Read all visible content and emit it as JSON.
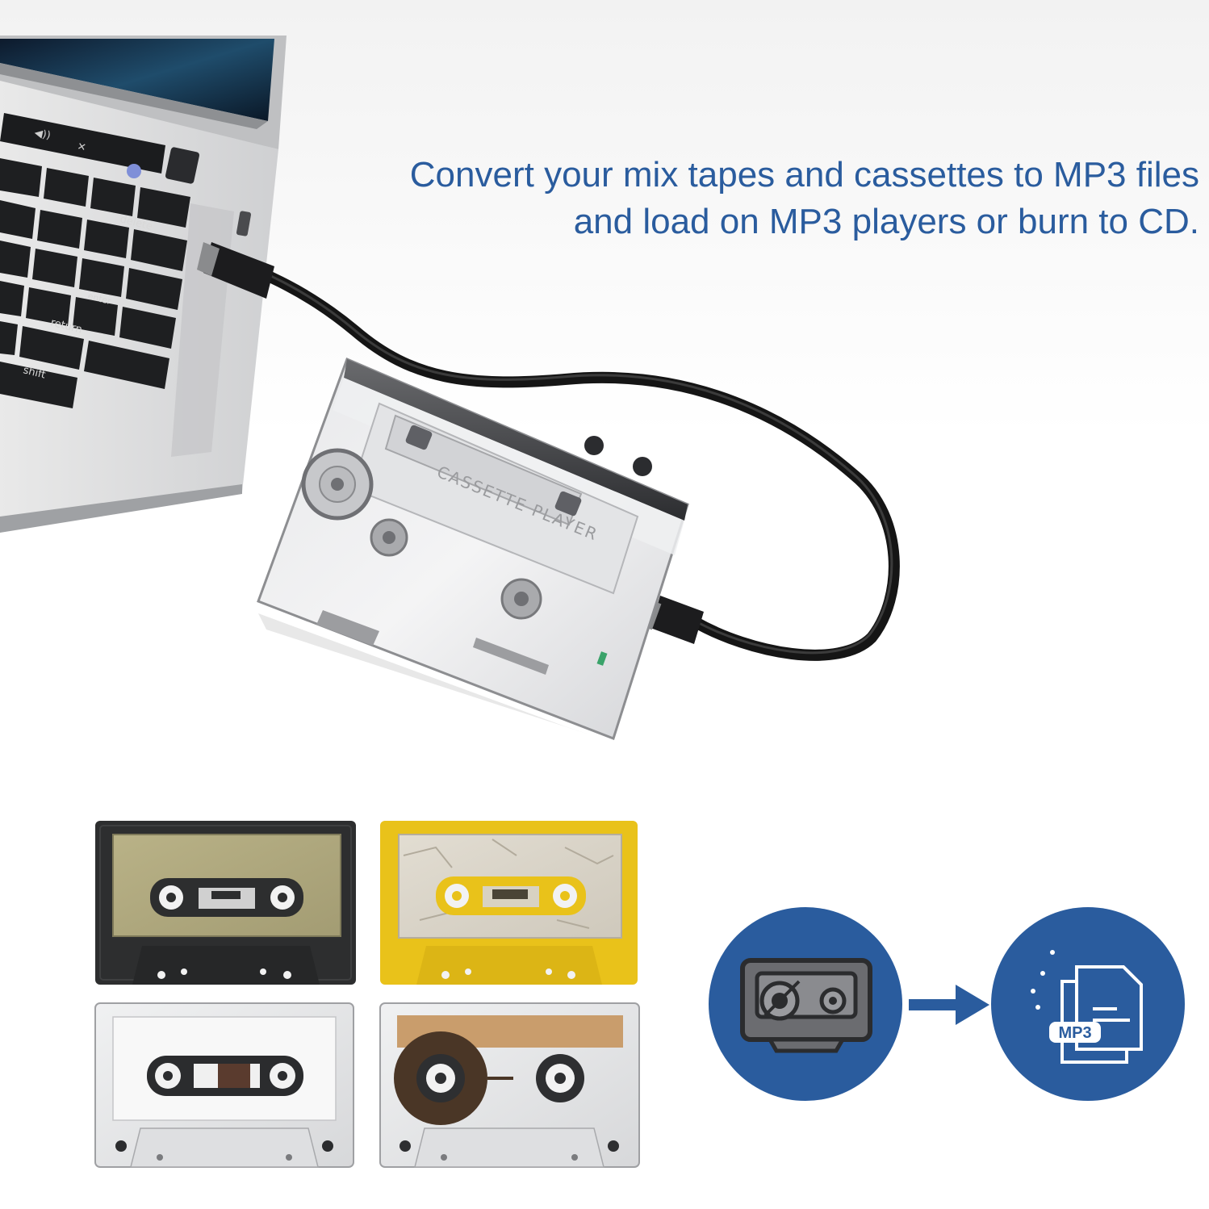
{
  "headline": {
    "line1": "Convert your mix tapes and cassettes to MP3 files",
    "line2": "and load on MP3 players or burn to CD."
  },
  "laptop_keys": {
    "delete": "delete",
    "return": "return",
    "shift": "shift",
    "enter": "enter"
  },
  "device_print": "CASSETTE PLAYER",
  "conversion": {
    "badge": "MP3",
    "circle_color": "#2a5c9e",
    "arrow_color": "#2a5c9e"
  },
  "icons": [
    "cassette-icon",
    "arrow-right-icon",
    "document-stack-icon"
  ]
}
